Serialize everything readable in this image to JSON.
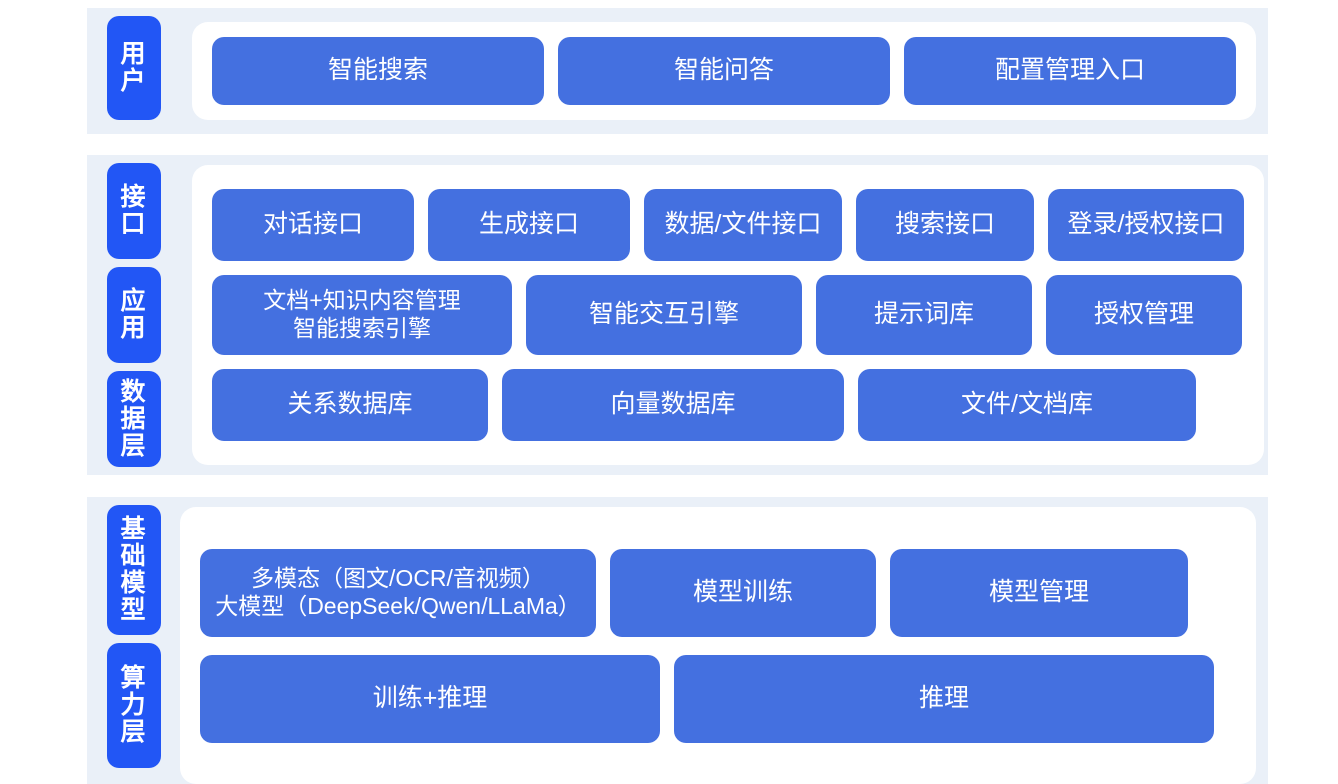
{
  "theme": {
    "label_blue": "#2256f5",
    "box_blue": "#4470e0",
    "band_bg": "#eaf0f8",
    "panel_bg": "#ffffff",
    "page_bg": "#ffffff",
    "box_text": "#ffffff"
  },
  "sections": [
    {
      "id": "user",
      "labels": [
        "用户"
      ],
      "rows": [
        {
          "boxes": [
            {
              "text": "智能搜索"
            },
            {
              "text": "智能问答"
            },
            {
              "text": "配置管理入口"
            }
          ]
        }
      ]
    },
    {
      "id": "middle",
      "labels": [
        "接口",
        "应用",
        "数据层"
      ],
      "rows": [
        {
          "boxes": [
            {
              "text": "对话接口"
            },
            {
              "text": "生成接口"
            },
            {
              "text": "数据/文件接口"
            },
            {
              "text": "搜索接口"
            },
            {
              "text": "登录/授权接口"
            }
          ]
        },
        {
          "boxes": [
            {
              "text": "文档+知识内容管理\n智能搜索引擎"
            },
            {
              "text": "智能交互引擎"
            },
            {
              "text": "提示词库"
            },
            {
              "text": "授权管理"
            }
          ]
        },
        {
          "boxes": [
            {
              "text": "关系数据库"
            },
            {
              "text": "向量数据库"
            },
            {
              "text": "文件/文档库"
            }
          ]
        }
      ]
    },
    {
      "id": "base",
      "labels": [
        "基础模型",
        "算力层"
      ],
      "rows": [
        {
          "boxes": [
            {
              "text": "多模态（图文/OCR/音视频）\n大模型（DeepSeek/Qwen/LLaMa）"
            },
            {
              "text": "模型训练"
            },
            {
              "text": "模型管理"
            }
          ]
        },
        {
          "boxes": [
            {
              "text": "训练+推理"
            },
            {
              "text": "推理"
            }
          ]
        }
      ]
    }
  ]
}
